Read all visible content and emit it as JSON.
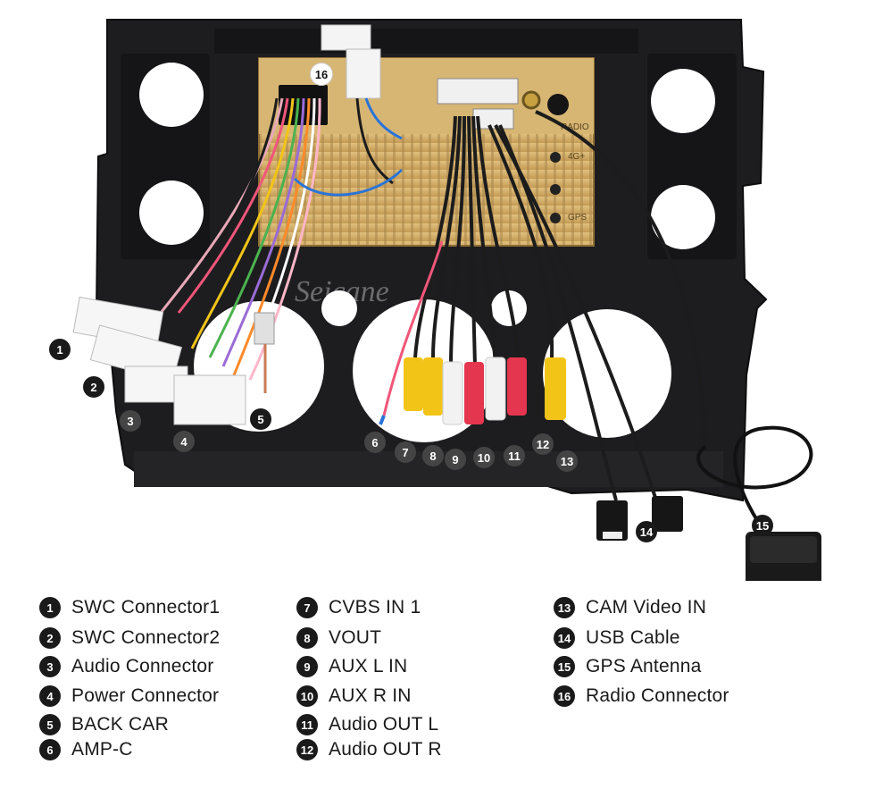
{
  "photo": {
    "subject": "car stereo rear panel with wiring harness",
    "watermark": "Seicane",
    "head_unit_port_labels": [
      "RADIO",
      "4G+",
      "GPS"
    ],
    "cable_colors": {
      "yellow": "#f2c418",
      "red": "#e4364e",
      "white": "#f2f2f2",
      "black": "#1c1c1c",
      "blue": "#2a74d8",
      "gold": "#d6b36e"
    }
  },
  "callouts": [
    "1",
    "2",
    "3",
    "4",
    "5",
    "6",
    "7",
    "8",
    "9",
    "10",
    "11",
    "12",
    "13",
    "14",
    "15",
    "16"
  ],
  "legend": {
    "columns": [
      [
        {
          "num": "1",
          "label": "SWC Connector1"
        },
        {
          "num": "2",
          "label": "SWC Connector2"
        },
        {
          "num": "3",
          "label": "Audio Connector"
        },
        {
          "num": "4",
          "label": "Power Connector"
        },
        {
          "num": "5",
          "label": "BACK CAR"
        },
        {
          "num": "6",
          "label": "AMP-C"
        }
      ],
      [
        {
          "num": "7",
          "label": "CVBS IN 1"
        },
        {
          "num": "8",
          "label": "VOUT"
        },
        {
          "num": "9",
          "label": "AUX L IN"
        },
        {
          "num": "10",
          "label": "AUX R IN"
        },
        {
          "num": "11",
          "label": "Audio OUT L"
        },
        {
          "num": "12",
          "label": "Audio OUT R"
        }
      ],
      [
        {
          "num": "13",
          "label": "CAM Video IN"
        },
        {
          "num": "14",
          "label": "USB Cable"
        },
        {
          "num": "15",
          "label": "GPS Antenna"
        },
        {
          "num": "16",
          "label": "Radio Connector"
        }
      ]
    ]
  }
}
